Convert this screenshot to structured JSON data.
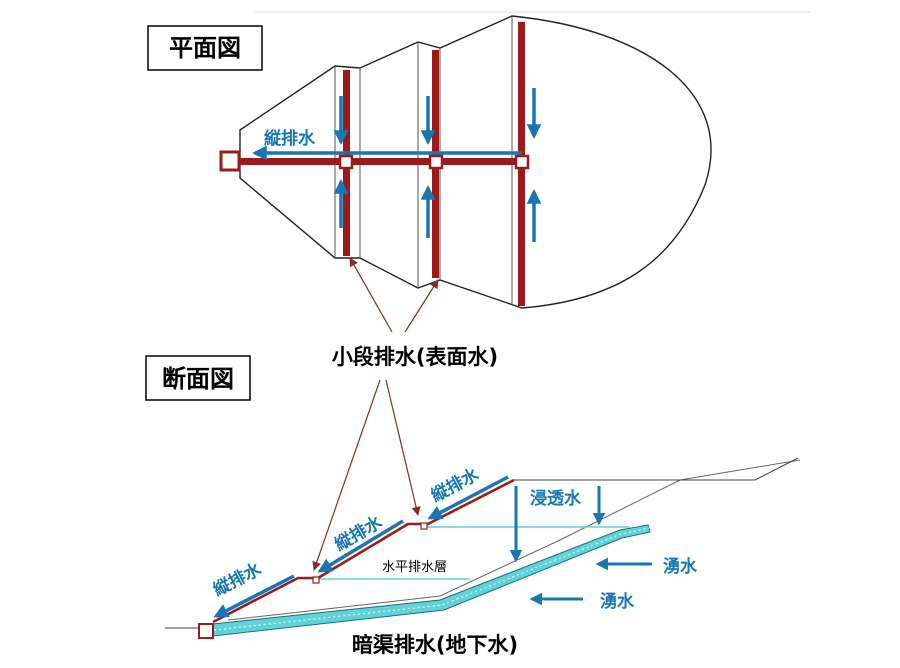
{
  "colors": {
    "drain_red": "#9b1b1b",
    "water_blue": "#1777b4",
    "cyan": "#5fd3d8",
    "outline": "#222222",
    "leader": "#8b2a2a"
  },
  "plan": {
    "title": "平面図",
    "vertical_drain_label": "縦排水"
  },
  "section": {
    "title": "断面図",
    "berm_drain_label": "小段排水(表面水)",
    "vertical_drain_labels": [
      "縦排水",
      "縦排水",
      "縦排水"
    ],
    "infiltration_label": "浸透水",
    "horizontal_layer_label": "水平排水層",
    "spring_water_labels": [
      "湧水",
      "湧水"
    ],
    "underdrain_label": "暗渠排水(地下水)"
  }
}
